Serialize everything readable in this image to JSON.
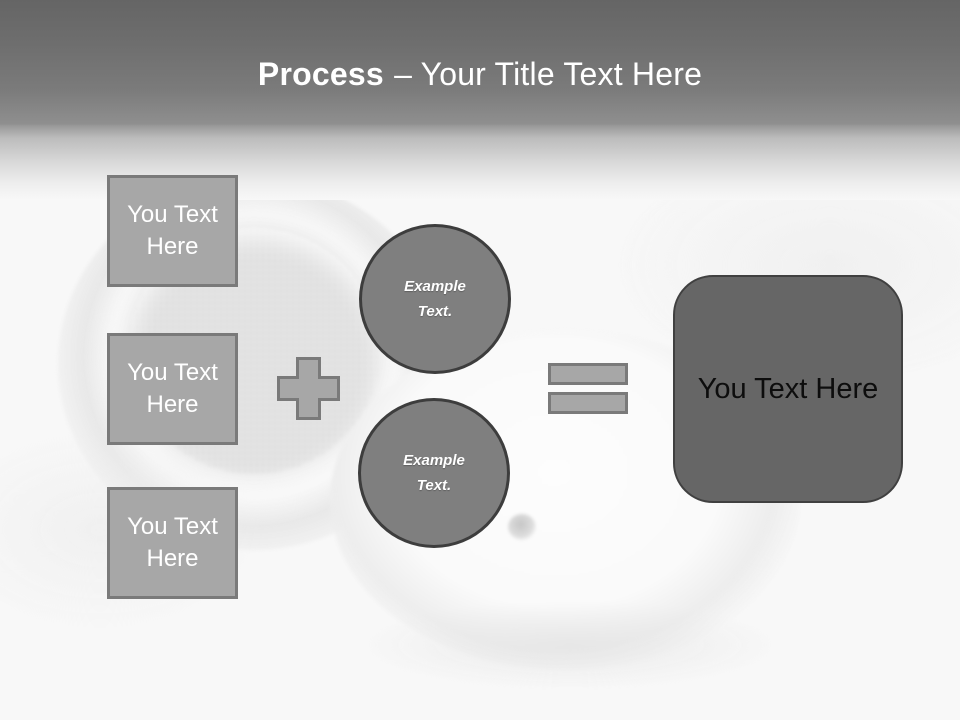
{
  "slide": {
    "header": {
      "title_bold": "Process",
      "title_rest": "– Your Title Text Here"
    },
    "process_boxes": [
      {
        "label": "You Text Here"
      },
      {
        "label": "You Text Here"
      },
      {
        "label": "You Text Here"
      }
    ],
    "operators": {
      "plus_icon": "plus",
      "equals_icon": "equals"
    },
    "example_circles": [
      {
        "label": "Example Text."
      },
      {
        "label": "Example Text."
      }
    ],
    "result_box": {
      "label": "You Text Here"
    },
    "colors": {
      "header_gradient_top": "#656565",
      "header_gradient_bottom": "#f8f8f8",
      "title_text": "#ffffff",
      "box_fill": "#a7a7a7",
      "box_border": "#7a7a7a",
      "circle_fill": "#7f7f7f",
      "circle_border": "#3d3d3d",
      "operator_fill": "#a7a7a7",
      "operator_border": "#7a7a7a",
      "result_fill": "#666666",
      "result_border": "#404040",
      "result_text": "#0d0d0d"
    }
  }
}
